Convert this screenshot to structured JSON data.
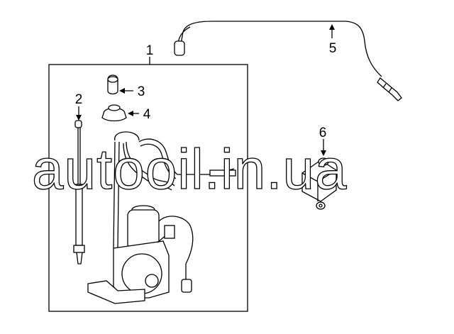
{
  "diagram": {
    "callouts": [
      {
        "id": "1",
        "text": "1"
      },
      {
        "id": "2",
        "text": "2"
      },
      {
        "id": "3",
        "text": "3"
      },
      {
        "id": "4",
        "text": "4"
      },
      {
        "id": "5",
        "text": "5"
      },
      {
        "id": "6",
        "text": "6"
      }
    ],
    "watermark": "autooil.in.ua",
    "colors": {
      "line": "#000000",
      "background": "#ffffff"
    }
  }
}
